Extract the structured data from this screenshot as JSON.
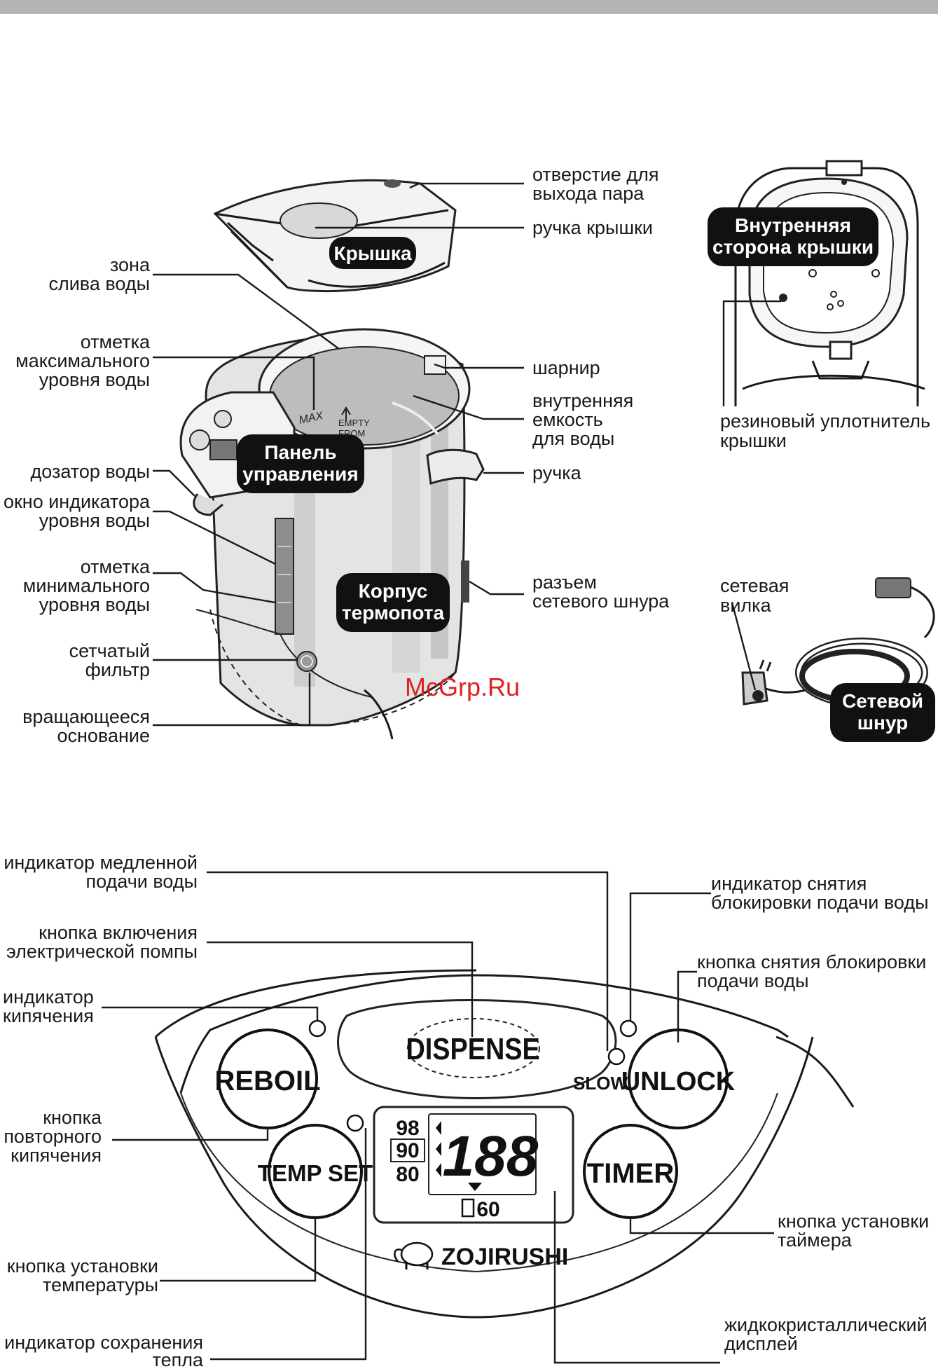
{
  "labels": {
    "steam_vent": [
      "отверстие для",
      "выхода пара"
    ],
    "lid_handle": [
      "ручка крышки"
    ],
    "pour_zone": [
      "зона",
      "слива воды"
    ],
    "max_mark": [
      "отметка",
      "максимального",
      "уровня воды"
    ],
    "hinge": [
      "шарнир"
    ],
    "inner_container": [
      "внутренняя",
      "емкость",
      "для воды"
    ],
    "dispenser": [
      "дозатор воды"
    ],
    "handle": [
      "ручка"
    ],
    "level_window": [
      "окно индикатора",
      "уровня воды"
    ],
    "min_mark": [
      "отметка",
      "минимального",
      "уровня воды"
    ],
    "power_socket": [
      "разъем",
      "сетевого шнура"
    ],
    "mesh_filter": [
      "сетчатый",
      "фильтр"
    ],
    "swivel_base": [
      "вращающееся",
      "основание"
    ],
    "lid_gasket": [
      "резиновый уплотнитель",
      "крышки"
    ],
    "power_plug": [
      "сетевая",
      "вилка"
    ],
    "slow_indicator": [
      "индикатор медленной",
      "подачи воды"
    ],
    "dispense_button": [
      "кнопка включения",
      "электрической помпы"
    ],
    "boil_indicator": [
      "индикатор",
      "кипячения"
    ],
    "unlock_indicator": [
      "индикатор снятия",
      "блокировки подачи воды"
    ],
    "unlock_button": [
      "кнопка снятия блокировки",
      "подачи воды"
    ],
    "reboil_button": [
      "кнопка",
      "повторного",
      "кипячения"
    ],
    "timer_button": [
      "кнопка установки",
      "таймера"
    ],
    "temp_set_button": [
      "кнопка установки",
      "температуры"
    ],
    "lcd": [
      "жидкокристаллический",
      "дисплей"
    ],
    "keep_warm_indicator": [
      "индикатор сохранения",
      "тепла"
    ]
  },
  "badges": {
    "lid": [
      "Крышка"
    ],
    "inner_lid": [
      "Внутренняя",
      "сторона крышки"
    ],
    "control_panel": [
      "Панель",
      "управления"
    ],
    "body": [
      "Корпус",
      "термопота"
    ],
    "cord": [
      "Сетевой",
      "шнур"
    ]
  },
  "pot_markings": {
    "max": "MAX",
    "empty": [
      "EMPTY",
      "FROM"
    ]
  },
  "panel": {
    "dispense": "DISPENSE",
    "reboil": "REBOIL",
    "unlock": "UNLOCK",
    "slow": "SLOW",
    "temp_set": "TEMP SET",
    "timer": "TIMER",
    "temps": [
      "98",
      "90",
      "80"
    ],
    "lcd_digits": "188",
    "lcd_sub": "60",
    "brand": "ZOJIRUSHI"
  },
  "watermark": "McGrp.Ru"
}
